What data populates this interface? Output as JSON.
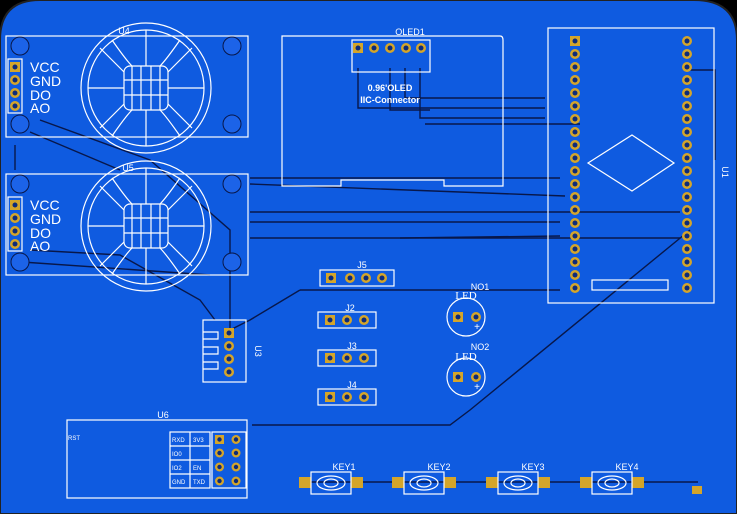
{
  "colors": {
    "board": "#0f5be0",
    "trace": "#08174a",
    "silk": "#ffffff",
    "pad": "#d4a52a",
    "outline": "#222222"
  },
  "sensors": [
    {
      "ref": "U4",
      "pins": [
        "VCC",
        "GND",
        "DO",
        "AO"
      ]
    },
    {
      "ref": "U5",
      "pins": [
        "VCC",
        "GND",
        "DO",
        "AO"
      ]
    }
  ],
  "oled": {
    "ref": "OLED1",
    "line1": "0.96'OLED",
    "line2": "IIC-Connector"
  },
  "mcu": {
    "ref": "U1"
  },
  "headers": [
    {
      "ref": "J5"
    },
    {
      "ref": "J2"
    },
    {
      "ref": "J3"
    },
    {
      "ref": "J4"
    }
  ],
  "leds": [
    {
      "ref": "NO1",
      "label": "LED",
      "plus": "+"
    },
    {
      "ref": "NO2",
      "label": "LED",
      "plus": "+"
    }
  ],
  "u3": {
    "ref": "U3"
  },
  "esp": {
    "ref": "U6",
    "rst": "RST",
    "pins_left": [
      "RXD",
      "IO0",
      "IO2",
      "GND"
    ],
    "pins_right": [
      "3V3",
      "",
      "EN",
      "TXD"
    ]
  },
  "keys": [
    "KEY1",
    "KEY2",
    "KEY3",
    "KEY4"
  ]
}
